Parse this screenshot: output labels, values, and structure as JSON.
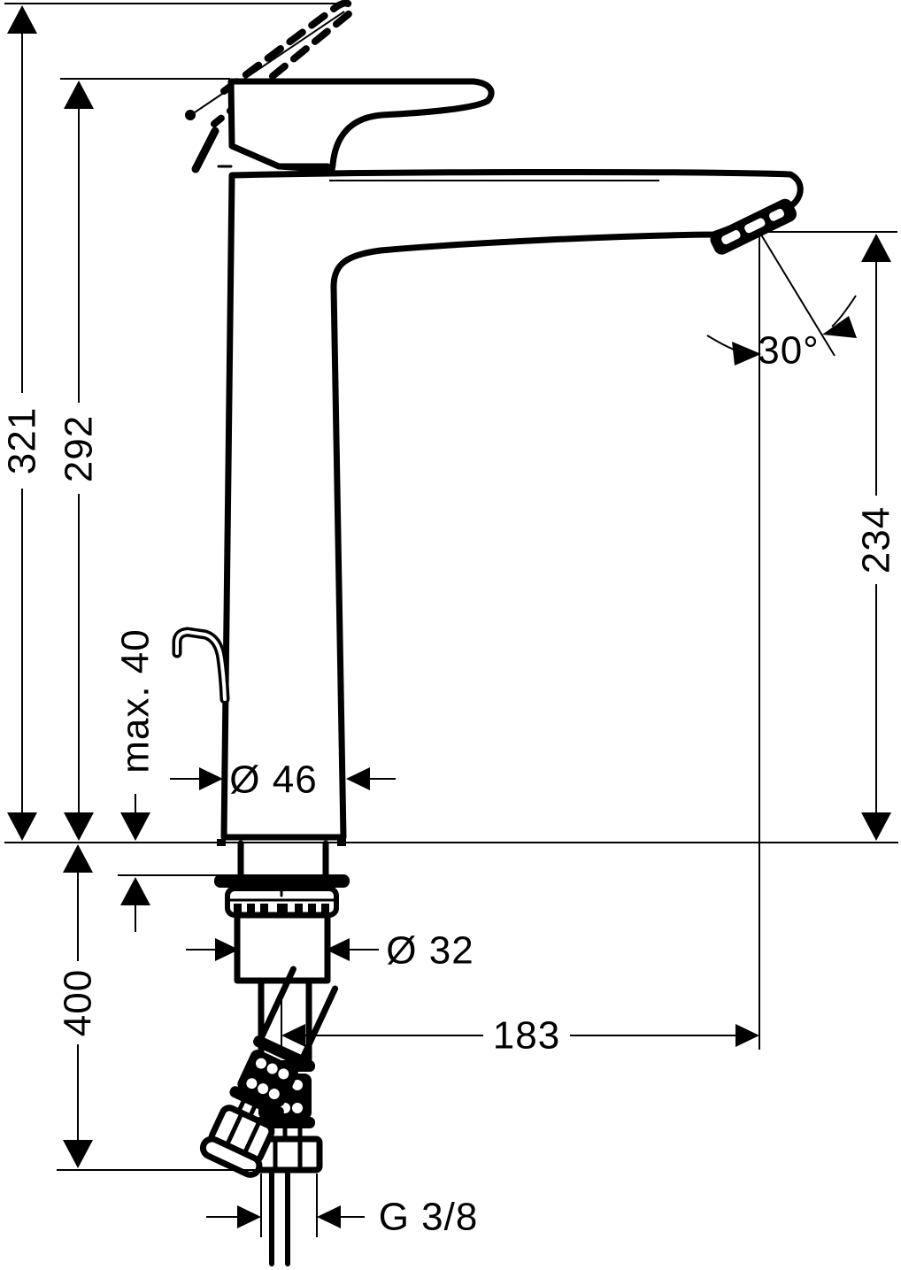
{
  "drawing": {
    "type": "technical-dimension-drawing",
    "subject": "single-lever tall basin mixer faucet, side view with mounting parts and supply hoses",
    "background": "#ffffff",
    "line_color": "#000000",
    "units": "mm",
    "labels": {
      "total_height": "321",
      "handle_height": "292",
      "max_deck_thickness": "max. 40",
      "body_diameter": "Ø 46",
      "spout_angle": "30°",
      "outlet_height": "234",
      "hose_length": "400",
      "tap_hole_diameter": "Ø 32",
      "outlet_reach": "183",
      "thread_size": "G 3/8"
    }
  }
}
